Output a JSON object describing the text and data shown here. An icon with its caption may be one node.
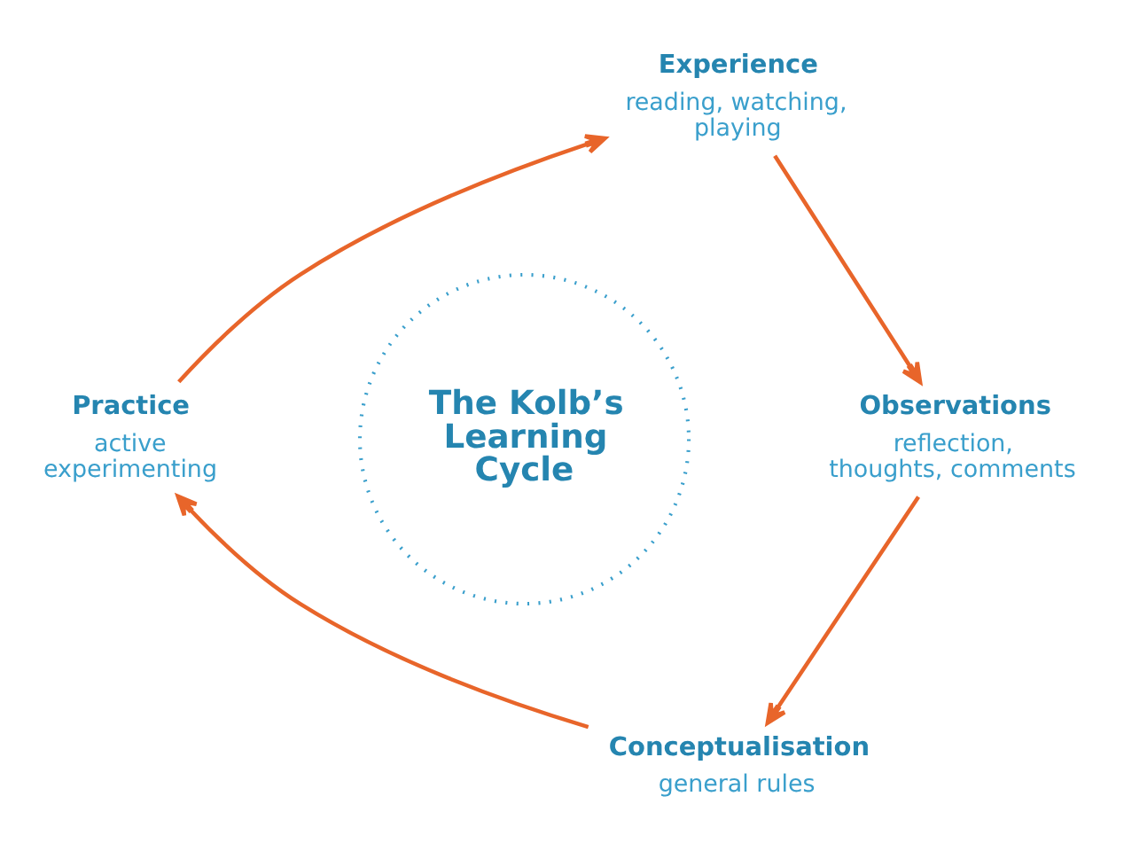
{
  "diagram": {
    "nodes": [
      {
        "text": [
          "Experience",
          "reading, watching, playing"
        ]
      },
      {
        "text": [
          "Observations",
          "reflection, thoughts, comments"
        ]
      },
      {
        "text": [
          "Conceptualisation",
          "general rules"
        ]
      },
      {
        "text": [
          "Practice",
          "active experimenting"
        ]
      },
      {
        "text": [
          "The Kolb’s Learning Cycle"
        ]
      }
    ],
    "edges": [
      {
        "from": 0,
        "to": 1,
        "arrow": "to"
      },
      {
        "from": 1,
        "to": 2,
        "arrow": "to"
      },
      {
        "from": 2,
        "to": 3,
        "arrow": "to"
      },
      {
        "from": 3,
        "to": 0,
        "arrow": "to"
      }
    ]
  }
}
